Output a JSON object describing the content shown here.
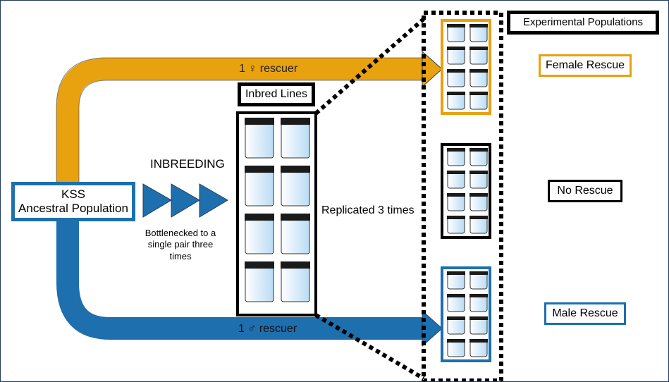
{
  "labels": {
    "female_arrow": "1 ♀ rescuer",
    "male_arrow": "1 ♂ rescuer",
    "inbred_lines": "Inbred Lines",
    "inbreeding": "INBREEDING",
    "bottleneck": "Bottlenecked to a single pair three times",
    "ancestral_line1": "KSS",
    "ancestral_line2": "Ancestral Population",
    "replicated": "Replicated 3 times",
    "experimental_populations": "Experimental Populations",
    "female_rescue": "Female Rescue",
    "no_rescue": "No Rescue",
    "male_rescue": "Male Rescue"
  },
  "colors": {
    "female": "#e8a10f",
    "male": "#1d6fae",
    "inbreeding_arrows": "#1d6fae",
    "vial_fill": "#dceefa",
    "vial_cap": "#1a1a1a",
    "border": "#000000"
  }
}
